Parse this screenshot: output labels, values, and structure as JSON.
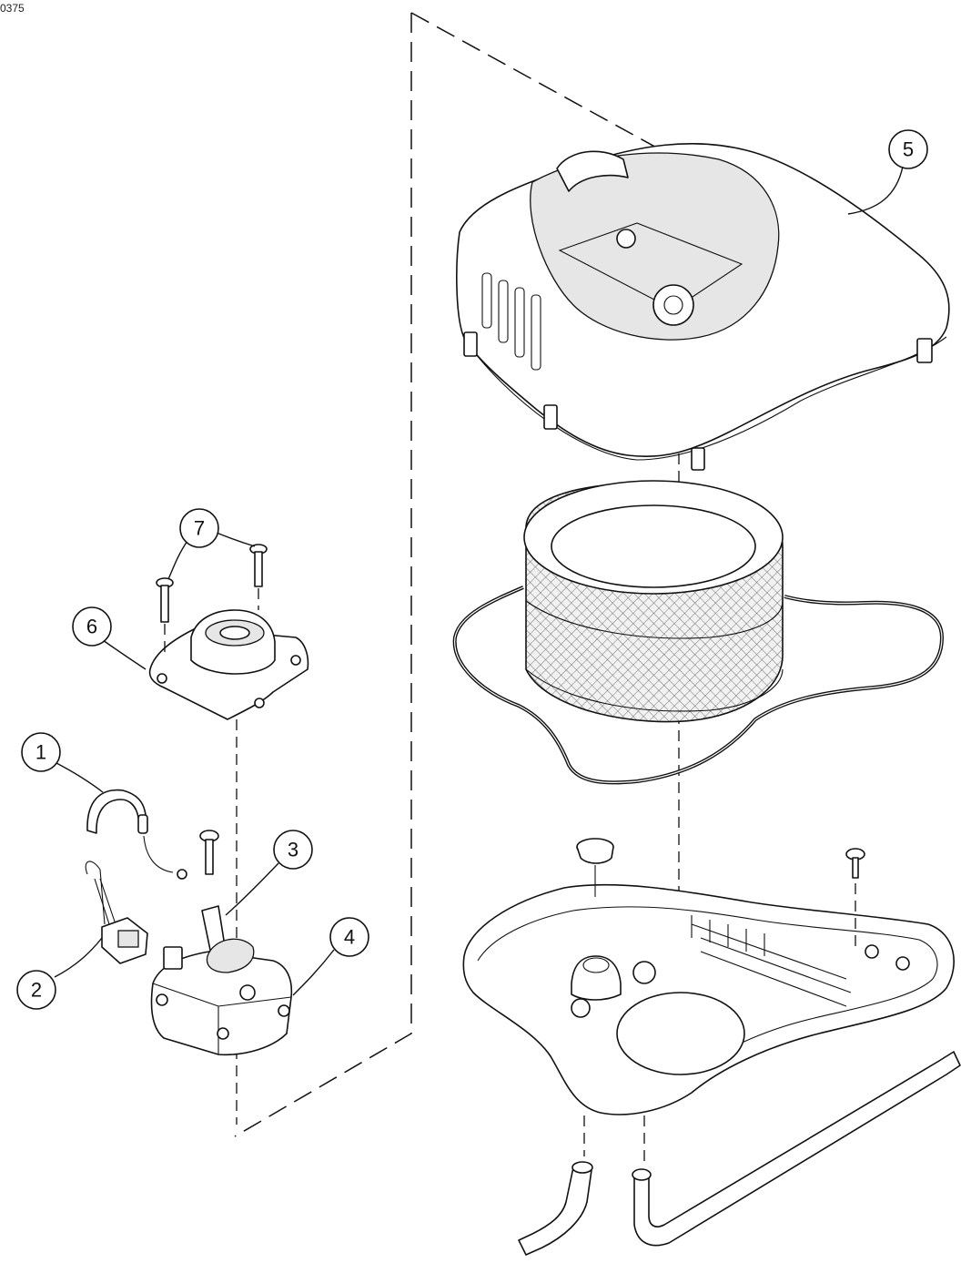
{
  "figure_id": "0375",
  "callouts": [
    {
      "num": "1"
    },
    {
      "num": "2"
    },
    {
      "num": "3"
    },
    {
      "num": "4"
    },
    {
      "num": "5"
    },
    {
      "num": "6"
    },
    {
      "num": "7"
    }
  ]
}
